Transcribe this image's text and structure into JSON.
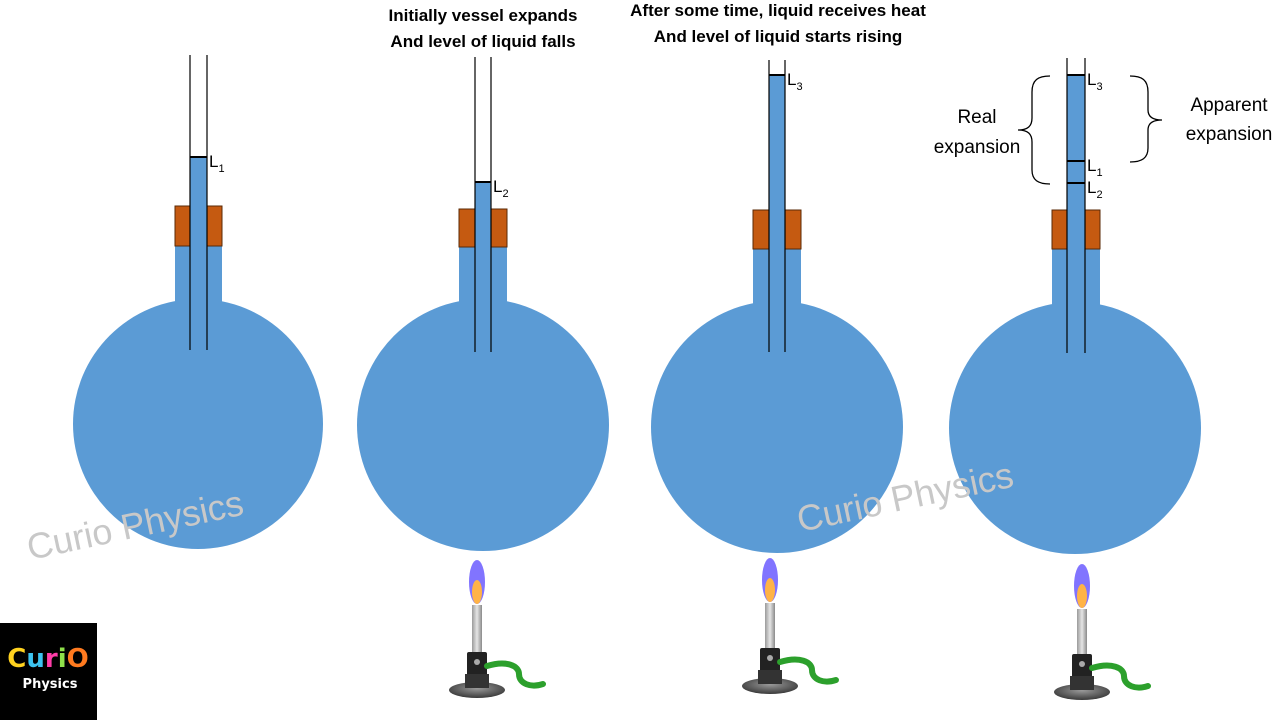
{
  "captions": {
    "step2_line1": "Initially vessel expands",
    "step2_line2": "And level of liquid falls",
    "step3_line1": "After some time, liquid receives heat",
    "step3_line2": "And level of liquid starts rising"
  },
  "levels": {
    "l1": {
      "letter": "L",
      "sub": "1"
    },
    "l2": {
      "letter": "L",
      "sub": "2"
    },
    "l3": {
      "letter": "L",
      "sub": "3"
    }
  },
  "braces": {
    "real_line1": "Real",
    "real_line2": "expansion",
    "apparent_line1": "Apparent",
    "apparent_line2": "expansion"
  },
  "watermark": "Curio Physics",
  "logo": {
    "line1": "CuriO",
    "line2": "Physics"
  },
  "colors": {
    "liquid": "#5b9bd5",
    "stopper": "#c55a11",
    "flame_blue": "#5a5aff",
    "flame_orange": "#ffb347",
    "hose": "#2ca02c",
    "logo_bg": "#000000"
  }
}
